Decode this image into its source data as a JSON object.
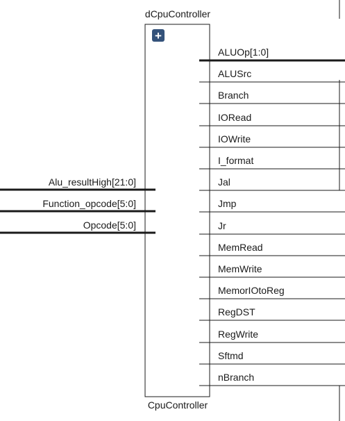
{
  "block": {
    "instance_name": "dCpuController",
    "module_name": "CpuController",
    "expand_symbol": "+",
    "accent_color": "#34527a"
  },
  "inputs": [
    {
      "name": "Alu_resultHigh[21:0]",
      "bus": true
    },
    {
      "name": "Function_opcode[5:0]",
      "bus": true
    },
    {
      "name": "Opcode[5:0]",
      "bus": true
    }
  ],
  "outputs": [
    {
      "name": "ALUOp[1:0]",
      "bus": true
    },
    {
      "name": "ALUSrc",
      "bus": false
    },
    {
      "name": "Branch",
      "bus": false
    },
    {
      "name": "IORead",
      "bus": false
    },
    {
      "name": "IOWrite",
      "bus": false
    },
    {
      "name": "I_format",
      "bus": false
    },
    {
      "name": "Jal",
      "bus": false
    },
    {
      "name": "Jmp",
      "bus": false
    },
    {
      "name": "Jr",
      "bus": false
    },
    {
      "name": "MemRead",
      "bus": false
    },
    {
      "name": "MemWrite",
      "bus": false
    },
    {
      "name": "MemorIOtoReg",
      "bus": false
    },
    {
      "name": "RegDST",
      "bus": false
    },
    {
      "name": "RegWrite",
      "bus": false
    },
    {
      "name": "Sftmd",
      "bus": false
    },
    {
      "name": "nBranch",
      "bus": false
    }
  ]
}
